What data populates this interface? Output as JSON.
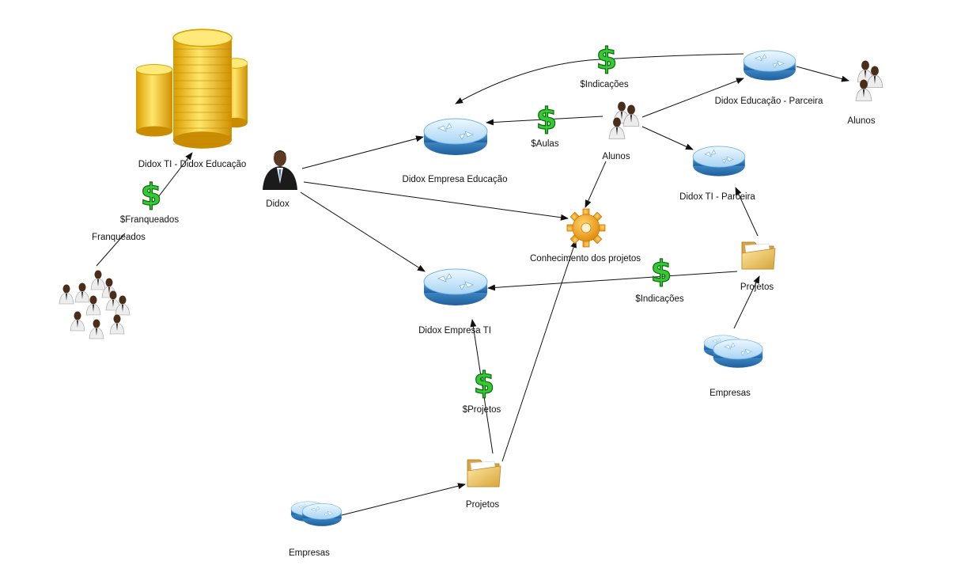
{
  "nodes": {
    "coins": "Didox TI - Didox Educação",
    "franqueados_money": "$Franqueados",
    "franqueados": "Franqueados",
    "didox": "Didox",
    "empresa_educacao": "Didox Empresa Educação",
    "aulas_money": "$Aulas",
    "indicacoes_top_money": "$Indicações",
    "alunos_center": "Alunos",
    "educacao_parceira": "Didox Educação - Parceira",
    "alunos_right": "Alunos",
    "ti_parceira": "Didox TI - Parceira",
    "conhecimento": "Conhecimento dos projetos",
    "indicacoes_mid_money": "$Indicações",
    "projetos_right": "Projetos",
    "empresa_ti": "Didox Empresa TI",
    "empresas_right": "Empresas",
    "projetos_money": "$Projetos",
    "projetos_bottom": "Projetos",
    "empresas_bottom": "Empresas"
  },
  "icons": {
    "router": "router-icon",
    "money": "dollar-icon",
    "folder": "folder-icon",
    "gear": "gear-icon",
    "person": "businessman-icon",
    "group": "people-group-icon",
    "coins": "coin-stack-icon"
  },
  "colors": {
    "router_top": "#d6ecfa",
    "router_side": "#3f8fd6",
    "money": "#36c936",
    "gear": "#f3a41c",
    "folder": "#f1c95c",
    "coins": "#f6c81a"
  }
}
